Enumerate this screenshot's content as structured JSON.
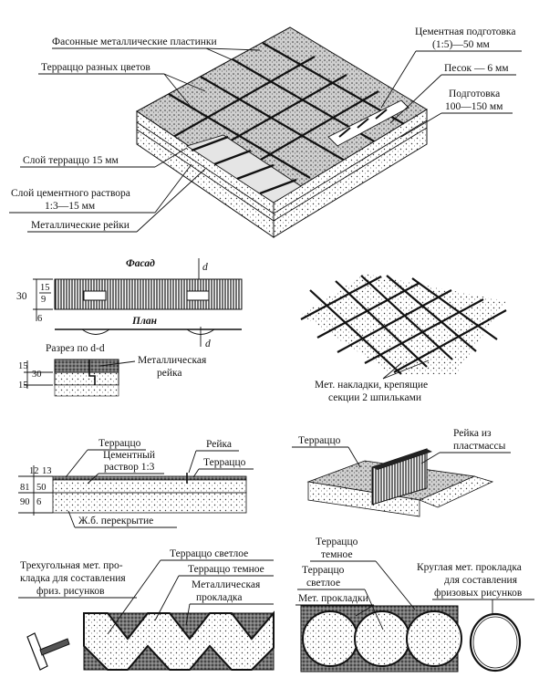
{
  "top_figure": {
    "labels": {
      "fason_plates": "Фасонные металлические пластинки",
      "terrazzo_colors": "Терраццо разных цветов",
      "cement_prep_1": "Цементная подготовка",
      "cement_prep_2": "(1:5)—50 мм",
      "sand": "Песок — 6 мм",
      "prep_1": "Подготовка",
      "prep_2": "100—150 мм",
      "terrazzo_layer": "Слой терраццо 15 мм",
      "mortar_1": "Слой цементного раствора",
      "mortar_2": "1:3—15 мм",
      "metal_rails": "Металлические рейки"
    }
  },
  "facade_figure": {
    "facade_title": "Фасад",
    "plan_title": "План",
    "section_title": "Разрез по d-d",
    "d_mark": "d",
    "dim_30": "30",
    "dim_15": "15",
    "dim_9": "9",
    "dim_6": "6",
    "sec_15a": "15",
    "sec_30": "30",
    "sec_15b": "15",
    "metal_rail_1": "Металлическая",
    "metal_rail_2": "рейка"
  },
  "grid_figure": {
    "caption_1": "Мет. накладки, крепящие",
    "caption_2": "секции 2 шпильками"
  },
  "section_figure": {
    "terrazzo_top": "Терраццо",
    "cement_1": "Цементный",
    "cement_2": "раствор 1:3",
    "rail": "Рейка",
    "terrazzo_right": "Терраццо",
    "dim_12": "12",
    "dim_13": "13",
    "dim_81": "81",
    "dim_50": "50",
    "dim_90": "90",
    "dim_6": "6",
    "slab": "Ж.б. перекрытие"
  },
  "plastic_figure": {
    "terrazzo": "Терраццо",
    "rail_1": "Рейка из",
    "rail_2": "пластмассы"
  },
  "triangle_figure": {
    "tri_1": "Трехугольная мет. про-",
    "tri_2": "кладка для составления",
    "tri_3": "фриз. рисунков",
    "light": "Терраццо светлое",
    "dark": "Терраццо темное",
    "metal_1": "Металлическая",
    "metal_2": "прокладка"
  },
  "circle_figure": {
    "dark_1": "Терраццо",
    "dark_2": "темное",
    "light_1": "Терраццо",
    "light_2": "светлое",
    "metal": "Мет. прокладки",
    "round_1": "Круглая мет. прокладка",
    "round_2": "для составления",
    "round_3": "фризовых рисунков"
  }
}
